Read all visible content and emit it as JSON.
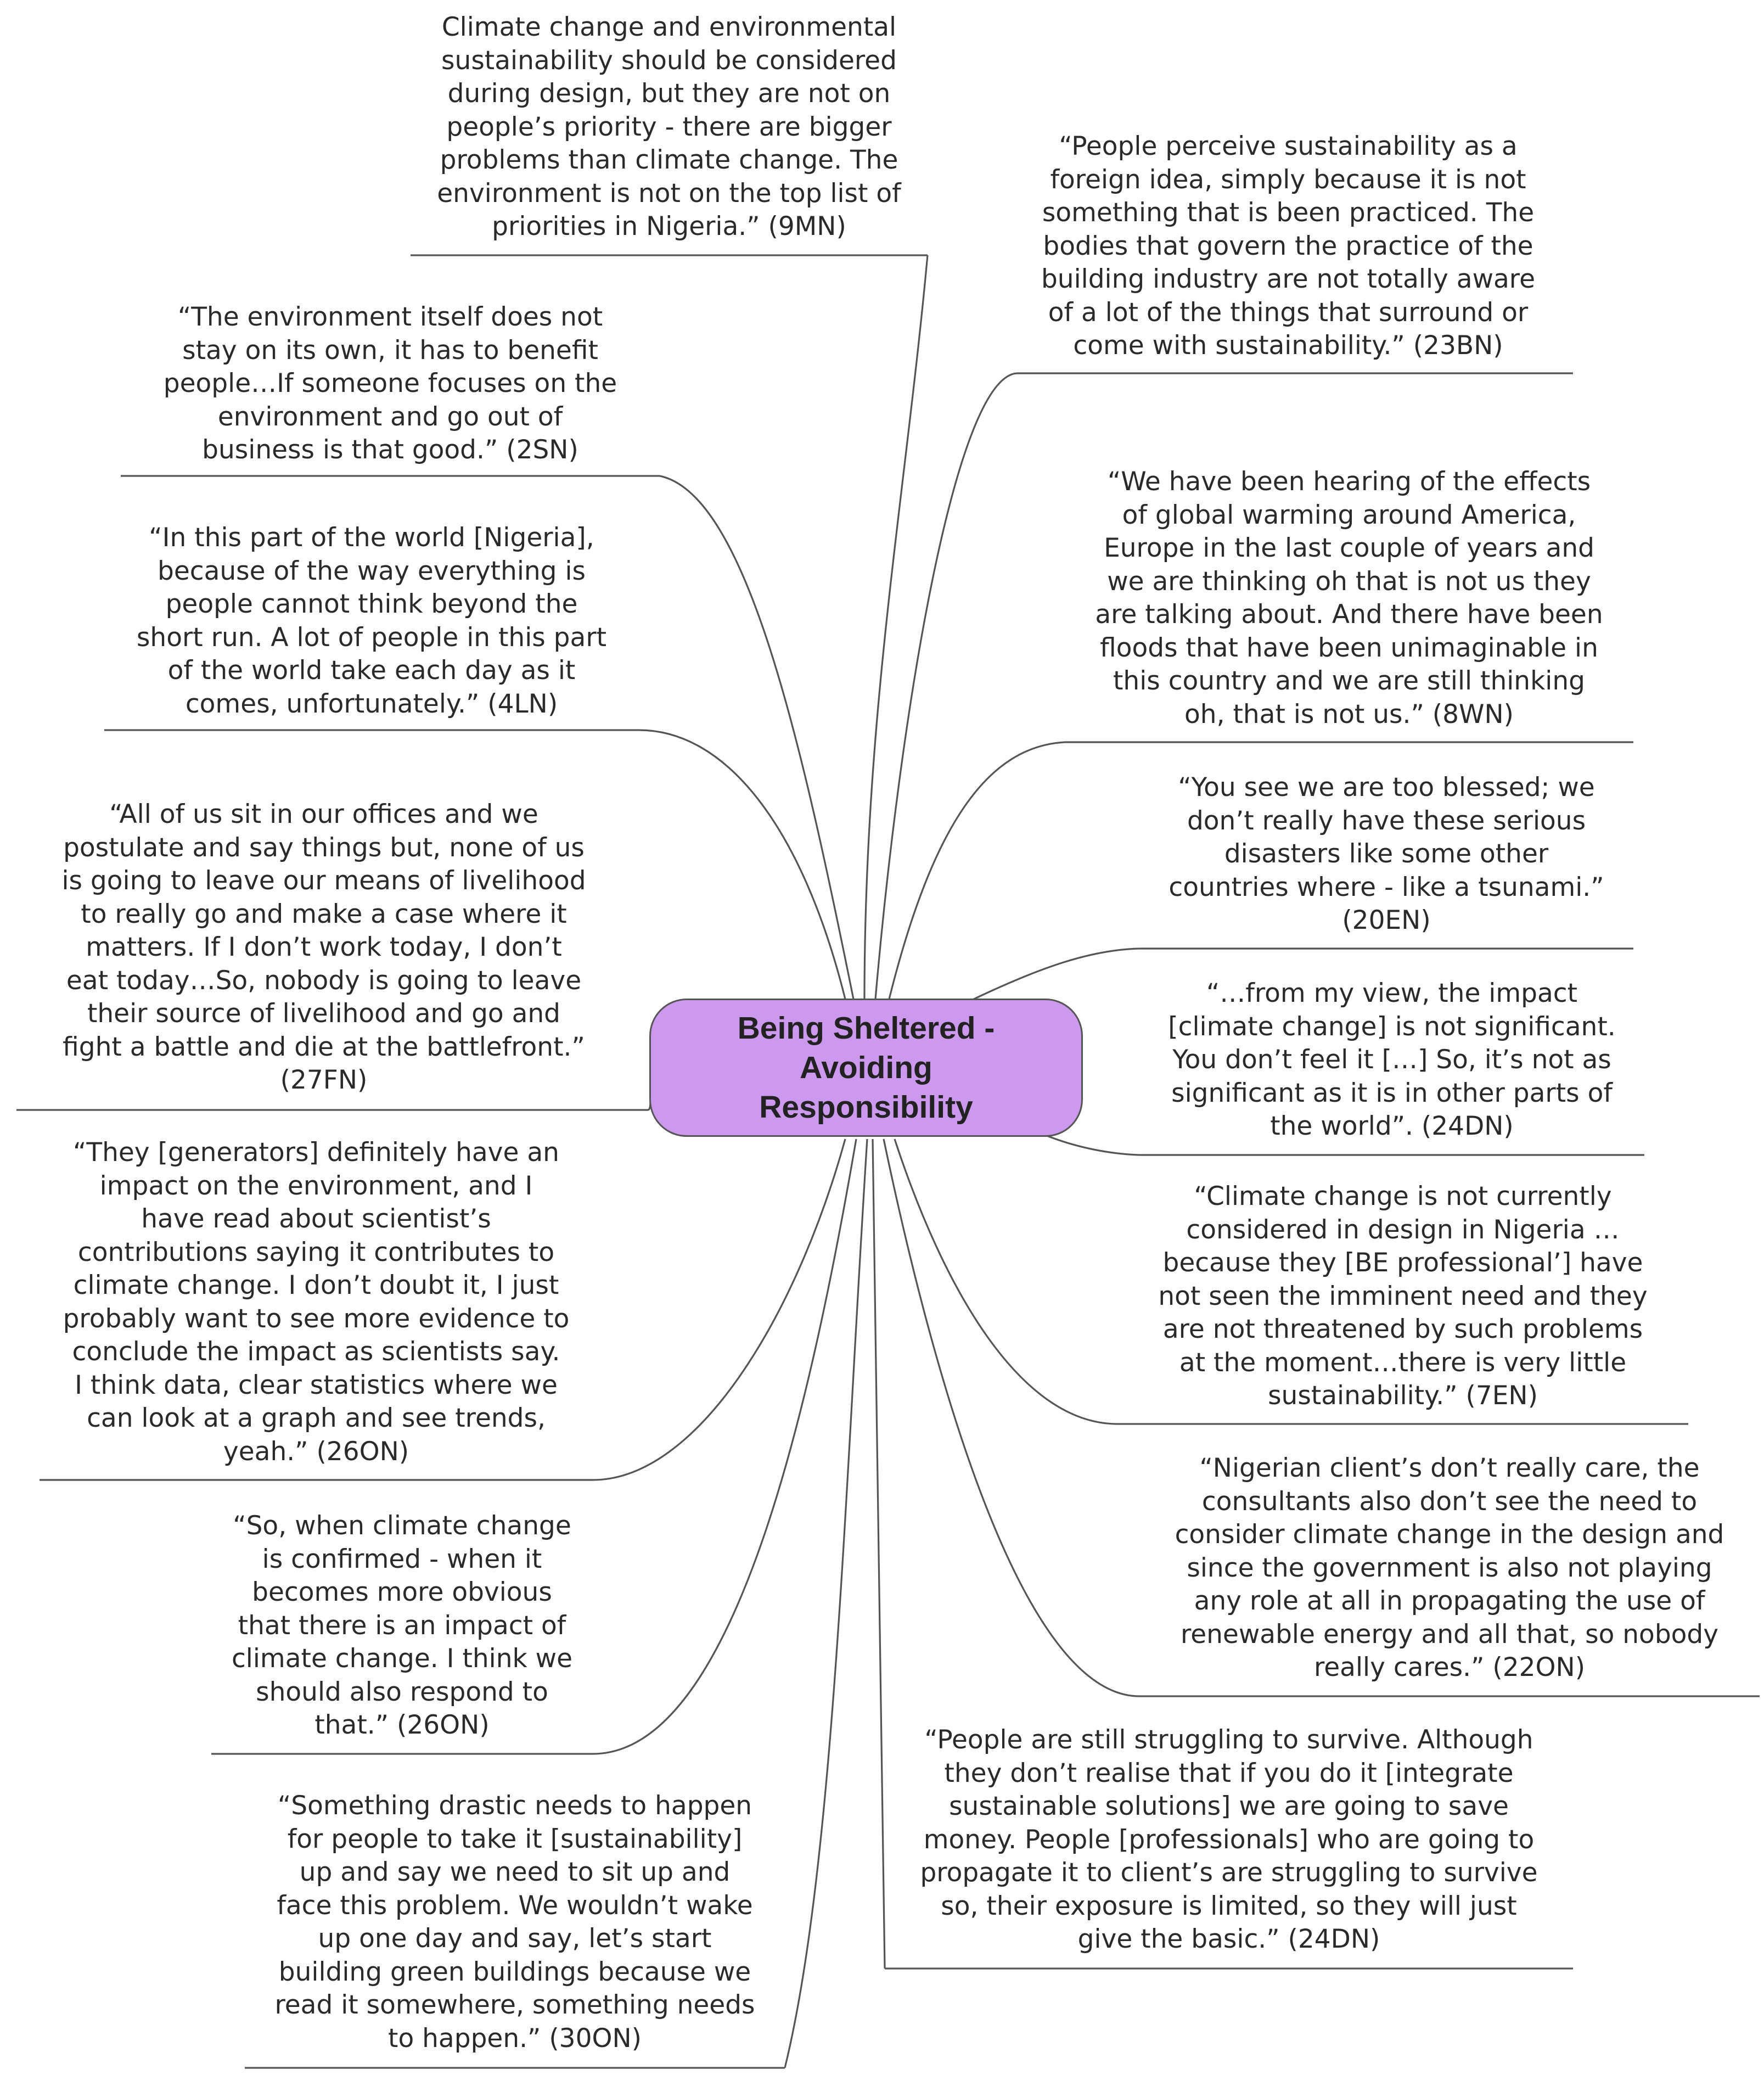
{
  "central_topic": "Being Sheltered -\nAvoiding\nResponsibility",
  "colors": {
    "central_fill": "#cc99ee",
    "line": "#555555",
    "text": "#2a2a2a"
  },
  "quotes": {
    "q_9mn": "Climate change and environmental\nsustainability should be considered\nduring design, but they are not on\npeople’s priority - there are bigger\nproblems than climate change. The\nenvironment is not on the top list of\npriorities in Nigeria.” (9MN)",
    "q_2sn": "“The environment itself does not\nstay on its own, it has to benefit\npeople…If someone focuses on the\nenvironment and go out of\nbusiness is that good.” (2SN)",
    "q_4ln": "“In this part of the world [Nigeria],\nbecause of the way everything is\npeople cannot think beyond the\nshort run. A lot of people in this part\nof the world take each day as it\ncomes, unfortunately.” (4LN)",
    "q_27fn": "“All of us sit in our offices and we\npostulate and say things but, none of us\nis going to leave our means of livelihood\nto really go and make a case where it\nmatters. If I don’t work today, I don’t\neat today…So, nobody is going to leave\ntheir source of livelihood and go and\nfight a battle and die at the battlefront.”\n(27FN)",
    "q_26on_a": "“They [generators] definitely have an\nimpact on the environment, and I\nhave read about scientist’s\ncontributions saying it contributes to\nclimate change. I don’t doubt it, I just\nprobably want to see more evidence to\nconclude the impact as scientists say.\nI think data, clear statistics where we\ncan look at a graph and see trends,\nyeah.” (26ON)",
    "q_26on_b": "“So, when climate change\nis confirmed - when it\nbecomes more obvious\nthat there is an impact of\nclimate change. I think we\nshould also respond to\nthat.” (26ON)",
    "q_30on": "“Something drastic needs to happen\nfor people to take it [sustainability]\nup and say we need to sit up and\nface this problem. We wouldn’t wake\nup one day and say, let’s start\nbuilding green buildings because we\nread it somewhere, something needs\nto happen.” (30ON)",
    "q_23bn": "“People perceive sustainability as a\nforeign idea, simply because it is not\nsomething that is been practiced. The\nbodies that govern the practice of the\nbuilding industry are not totally aware\nof a lot of the things that surround or\ncome with sustainability.” (23BN)",
    "q_8wn": "“We have been hearing of the effects\nof global warming around America,\nEurope in the last couple of years and\nwe are thinking oh that is not us they\nare talking about. And there have been\nfloods that have been unimaginable in\nthis country and we are still thinking\noh, that is not us.” (8WN)",
    "q_20en": "“You see we are too blessed; we\ndon’t really have these serious\ndisasters like some other\ncountries where - like a tsunami.”\n(20EN)",
    "q_24dn_a": "“…from my view, the impact\n[climate change] is not significant.\nYou don’t feel it […]  So, it’s not as\nsignificant as it is in other parts of\nthe world”. (24DN)",
    "q_7en": "“Climate change is not currently\nconsidered in design in Nigeria …\nbecause they [BE professional’] have\nnot seen the imminent need and they\nare not threatened by such problems\nat the moment…there is very little\nsustainability.” (7EN)",
    "q_22on": "“Nigerian client’s don’t really care, the\nconsultants also don’t see the need to\nconsider climate change in the design and\nsince the government is also not playing\nany role at all in propagating the use of\nrenewable energy and all that, so nobody\nreally cares.” (22ON)",
    "q_24dn_b": "“People are still struggling to survive. Although\nthey don’t realise that if you do it [integrate\nsustainable solutions] we are going to save\nmoney. People [professionals] who are going to\npropagate it to client’s are struggling to survive\nso, their exposure is limited, so they will just\ngive the basic.” (24DN)"
  }
}
